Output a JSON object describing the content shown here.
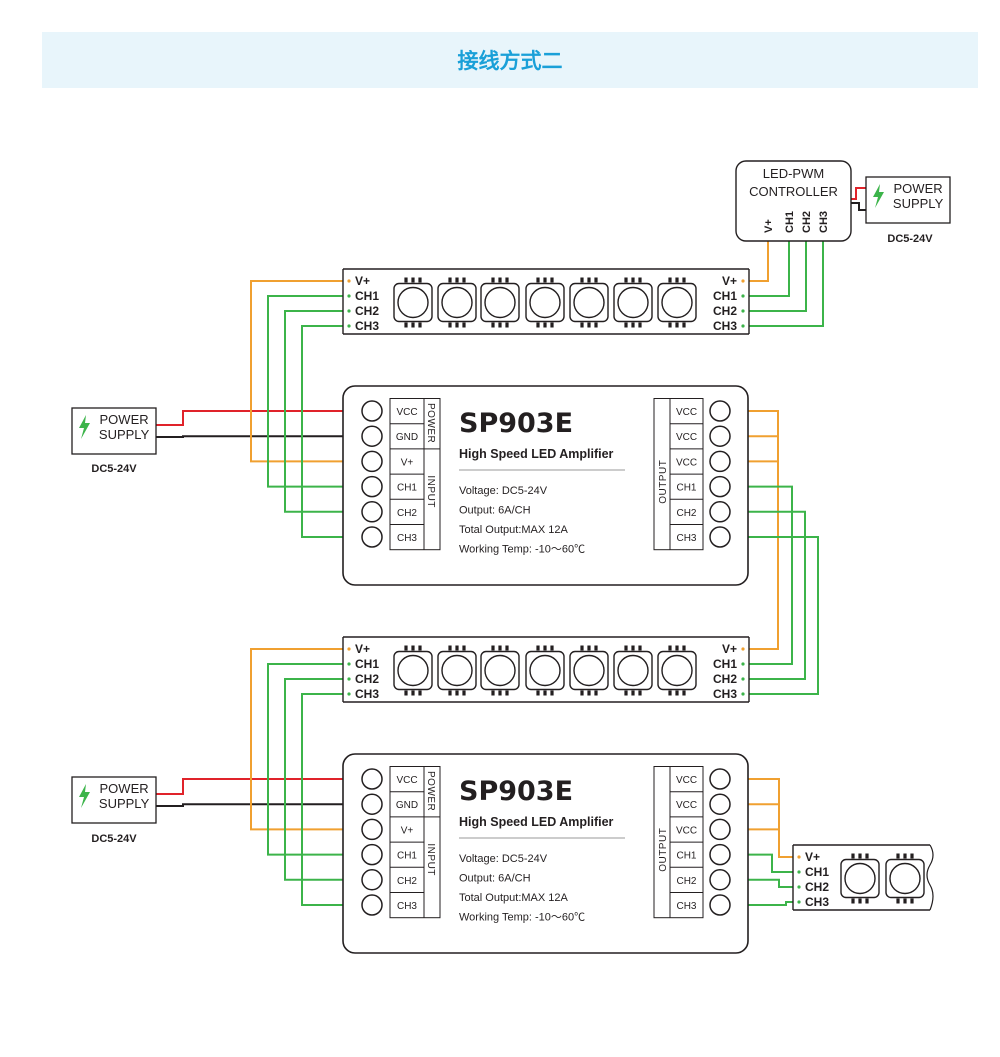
{
  "banner": {
    "title": "接线方式二"
  },
  "colors": {
    "banner_bg": "#e8f5fb",
    "banner_text": "#1aa0d8",
    "wire_orange": "#f0a030",
    "wire_green": "#3cb44a",
    "wire_red": "#e0232a",
    "wire_black": "#231f20",
    "outline": "#231f20",
    "bolt_green": "#3cb44a"
  },
  "icons": {
    "power_supply": "lightning-bolt-icon"
  },
  "controller": {
    "title_line1": "LED-PWM",
    "title_line2": "CONTROLLER",
    "pins": [
      "V+",
      "CH1",
      "CH2",
      "CH3"
    ]
  },
  "power_supplies": [
    {
      "line1": "POWER",
      "line2": "SUPPLY",
      "voltage": "DC5-24V"
    },
    {
      "line1": "POWER",
      "line2": "SUPPLY",
      "voltage": "DC5-24V"
    },
    {
      "line1": "POWER",
      "line2": "SUPPLY",
      "voltage": "DC5-24V"
    }
  ],
  "strip_labels": [
    "V+",
    "CH1",
    "CH2",
    "CH3"
  ],
  "amplifier": {
    "model": "SP903E",
    "subtitle": "High Speed LED Amplifier",
    "specs": [
      "Voltage: DC5-24V",
      "Output: 6A/CH",
      "Total Output:MAX 12A",
      "Working Temp: -10～60℃"
    ],
    "input_terminals": [
      "VCC",
      "GND",
      "V+",
      "CH1",
      "CH2",
      "CH3"
    ],
    "power_group_label": "POWER",
    "input_group_label": "INPUT",
    "output_terminals": [
      "VCC",
      "VCC",
      "VCC",
      "CH1",
      "CH2",
      "CH3"
    ],
    "output_group_label": "OUTPUT"
  }
}
